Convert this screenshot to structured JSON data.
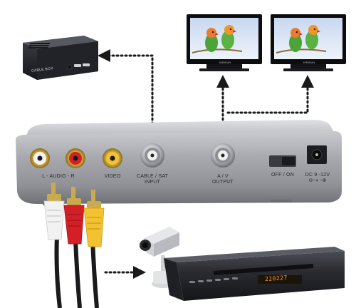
{
  "device": {
    "ports": {
      "audio": "L - AUDIO - R",
      "video": "VIDEO",
      "cable_sat_line1": "CABLE / SAT",
      "cable_sat_line2": "INPUT",
      "av_line1": "A / V",
      "av_line2": "OUTPUT",
      "switch": "OFF / ON",
      "dc": "DC 9 -12V",
      "polarity": "⊖−◐−⊕"
    }
  },
  "cable_box": {
    "label": "CABLE BOX"
  },
  "tv": {
    "brand": "KIRISUN"
  },
  "dvd": {
    "display": "220227"
  },
  "colors": {
    "dotted_line": "#1a1a1a",
    "housing": "#9ea0a5",
    "rca_white": "#f2f2f2",
    "rca_red": "#d41f26",
    "rca_yellow": "#f2c230",
    "lcd": "#ff9a1f"
  },
  "icons": [
    "dotted-arrow",
    "cctv-camera-icon",
    "rca-plug-icon"
  ]
}
